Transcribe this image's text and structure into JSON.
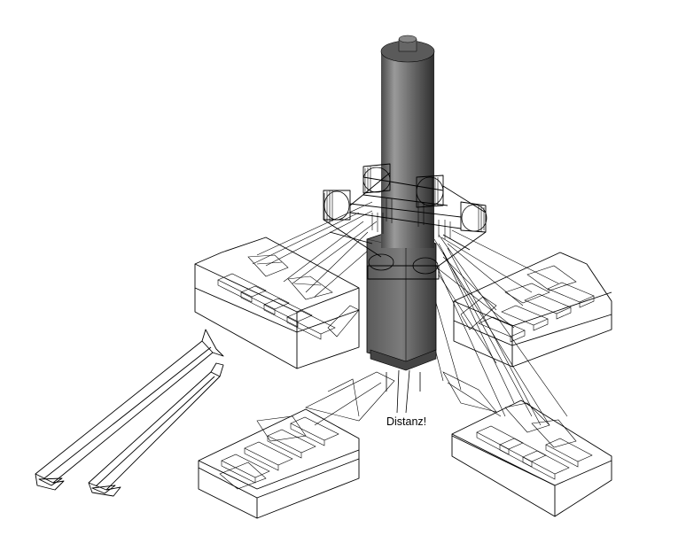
{
  "annotation": {
    "text": "Distanz!"
  },
  "colors": {
    "background": "#ffffff",
    "wire": "#000000",
    "tower_dark": "#3c3c3c",
    "tower_mid": "#707070",
    "tower_light": "#9a9a9a"
  },
  "objects": [
    "tower-column",
    "platform-rings",
    "foundation-block-north-west",
    "foundation-block-north-east",
    "foundation-block-south-west",
    "foundation-block-south-east",
    "detached-beams"
  ]
}
